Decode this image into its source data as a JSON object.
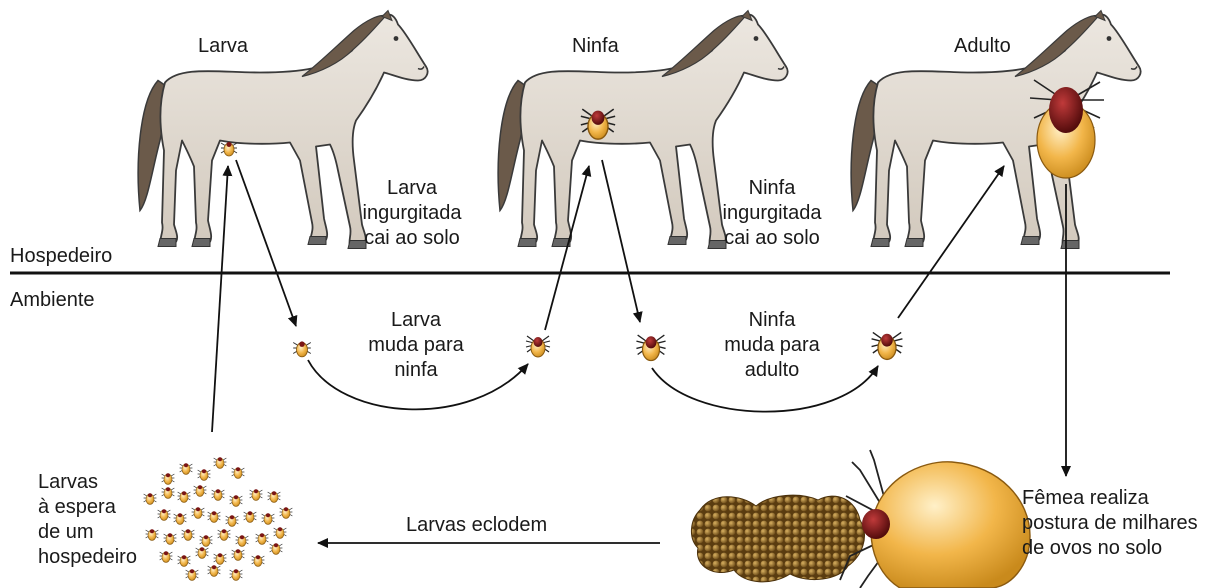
{
  "stages": {
    "larva": "Larva",
    "ninfa": "Ninfa",
    "adulto": "Adulto"
  },
  "zones": {
    "host": "Hospedeiro",
    "environment": "Ambiente"
  },
  "transitions": {
    "larva_drop": [
      "Larva",
      "ingurgitada",
      "cai ao solo"
    ],
    "ninfa_drop": [
      "Ninfa",
      "ingurgitada",
      "cai ao solo"
    ],
    "larva_molt": [
      "Larva",
      "muda para",
      "ninfa"
    ],
    "ninfa_molt": [
      "Ninfa",
      "muda para",
      "adulto"
    ],
    "hatch": "Larvas eclodem",
    "waiting": [
      "Larvas",
      "à espera",
      "de um",
      "hospedeiro"
    ],
    "laying": [
      "Fêmea realiza",
      "postura de milhares",
      "de ovos no solo"
    ]
  },
  "colors": {
    "horse_body": "#e4ddd3",
    "horse_outline": "#3a3a3a",
    "mane": "#6b5a4a",
    "tick_engorged": "#f2b64a",
    "tick_head": "#7a1414",
    "eggs": "#8c6a2a",
    "line": "#111111"
  }
}
